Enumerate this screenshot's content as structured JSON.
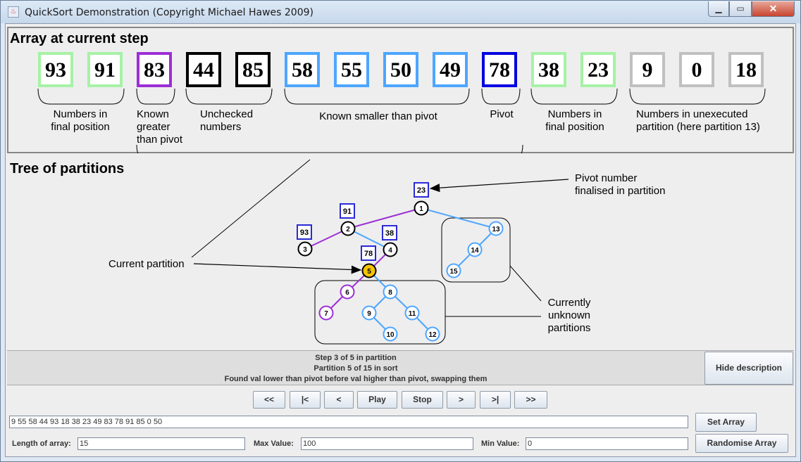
{
  "window": {
    "title": "QuickSort Demonstration (Copyright Michael Hawes 2009)",
    "app_icon": "java-cup-icon",
    "controls": {
      "minimize": "▁",
      "maximize": "▭",
      "close": "✕"
    }
  },
  "array_section": {
    "heading": "Array at current step",
    "cells": [
      {
        "value": "93",
        "color": "#a6f2a6"
      },
      {
        "value": "91",
        "color": "#a6f2a6"
      },
      {
        "value": "83",
        "color": "#9d2fd6"
      },
      {
        "value": "44",
        "color": "#000000"
      },
      {
        "value": "85",
        "color": "#000000"
      },
      {
        "value": "58",
        "color": "#4da6ff"
      },
      {
        "value": "55",
        "color": "#4da6ff"
      },
      {
        "value": "50",
        "color": "#4da6ff"
      },
      {
        "value": "49",
        "color": "#4da6ff"
      },
      {
        "value": "78",
        "color": "#0000e0"
      },
      {
        "value": "38",
        "color": "#a6f2a6"
      },
      {
        "value": "23",
        "color": "#a6f2a6"
      },
      {
        "value": "9",
        "color": "#c0c0c0"
      },
      {
        "value": "0",
        "color": "#c0c0c0"
      },
      {
        "value": "18",
        "color": "#c0c0c0"
      }
    ],
    "labels": {
      "final_left_1": "Numbers in",
      "final_left_2": "final position",
      "greater_1": "Known",
      "greater_2": "greater",
      "greater_3": "than pivot",
      "unchecked_1": "Unchecked",
      "unchecked_2": "numbers",
      "smaller": "Known smaller than pivot",
      "pivot": "Pivot",
      "final_right_1": "Numbers in",
      "final_right_2": "final position",
      "unexec_1": "Numbers in unexecuted",
      "unexec_2": "partition (here partition 13)"
    }
  },
  "tree_section": {
    "heading": "Tree of partitions",
    "annotations": {
      "pivot_finalised_1": "Pivot number",
      "pivot_finalised_2": "finalised in partition",
      "current_partition": "Current partition",
      "unknown_1": "Currently",
      "unknown_2": "unknown",
      "unknown_3": "partitions"
    },
    "pivot_boxes": [
      {
        "label": "23"
      },
      {
        "label": "91"
      },
      {
        "label": "93"
      },
      {
        "label": "38"
      },
      {
        "label": "78"
      }
    ],
    "nodes": [
      {
        "id": "1",
        "state": "done"
      },
      {
        "id": "2",
        "state": "done"
      },
      {
        "id": "3",
        "state": "done"
      },
      {
        "id": "4",
        "state": "done"
      },
      {
        "id": "5",
        "state": "current"
      },
      {
        "id": "6",
        "state": "pending-purple"
      },
      {
        "id": "7",
        "state": "pending-purple"
      },
      {
        "id": "8",
        "state": "unknown"
      },
      {
        "id": "9",
        "state": "unknown"
      },
      {
        "id": "10",
        "state": "unknown"
      },
      {
        "id": "11",
        "state": "unknown"
      },
      {
        "id": "12",
        "state": "unknown"
      },
      {
        "id": "13",
        "state": "unknown"
      },
      {
        "id": "14",
        "state": "unknown"
      },
      {
        "id": "15",
        "state": "unknown"
      }
    ],
    "colors": {
      "purple": "#9d2fd6",
      "blue": "#4da6ff",
      "current": "#f5c400",
      "pivot_box": "#2a2ad8"
    }
  },
  "description": {
    "line1": "Step 3 of 5 in partition",
    "line2": "Partition 5 of 15 in sort",
    "line3": "Found val lower than pivot before val higher than pivot, swapping them",
    "toggle_button": "Hide description"
  },
  "controls": {
    "first_page": "<<",
    "to_start": "|<",
    "back": "<",
    "play": "Play",
    "stop": "Stop",
    "forward": ">",
    "to_end": ">|",
    "last_page": ">>"
  },
  "array_input": {
    "value": "9 55 58 44 93 18 38 23 49 83 78 91 85 0 50",
    "set_button": "Set Array"
  },
  "settings": {
    "length_label": "Length of array:",
    "length_value": "15",
    "max_label": "Max Value:",
    "max_value": "100",
    "min_label": "Min Value:",
    "min_value": "0",
    "randomise_button": "Randomise Array"
  }
}
